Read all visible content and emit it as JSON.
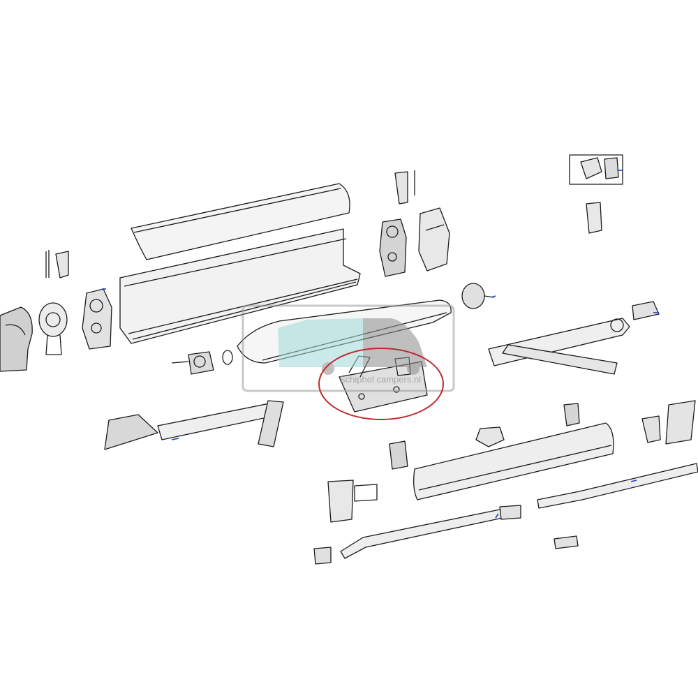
{
  "diagram": {
    "type": "exploded-parts-diagram",
    "highlight": {
      "shape": "ellipse",
      "color": "#c0272d",
      "target": "center end-cap bracket"
    },
    "colors": {
      "line": "#1a1a1a",
      "accent": "#1f3fd0",
      "shade": "#d8d8d8",
      "watermark_teal": "#9fd8d6",
      "watermark_grey": "#8c8c8c"
    }
  },
  "watermark": {
    "text": "Schiphol campers.nl",
    "icon": "camper-van-icon"
  }
}
